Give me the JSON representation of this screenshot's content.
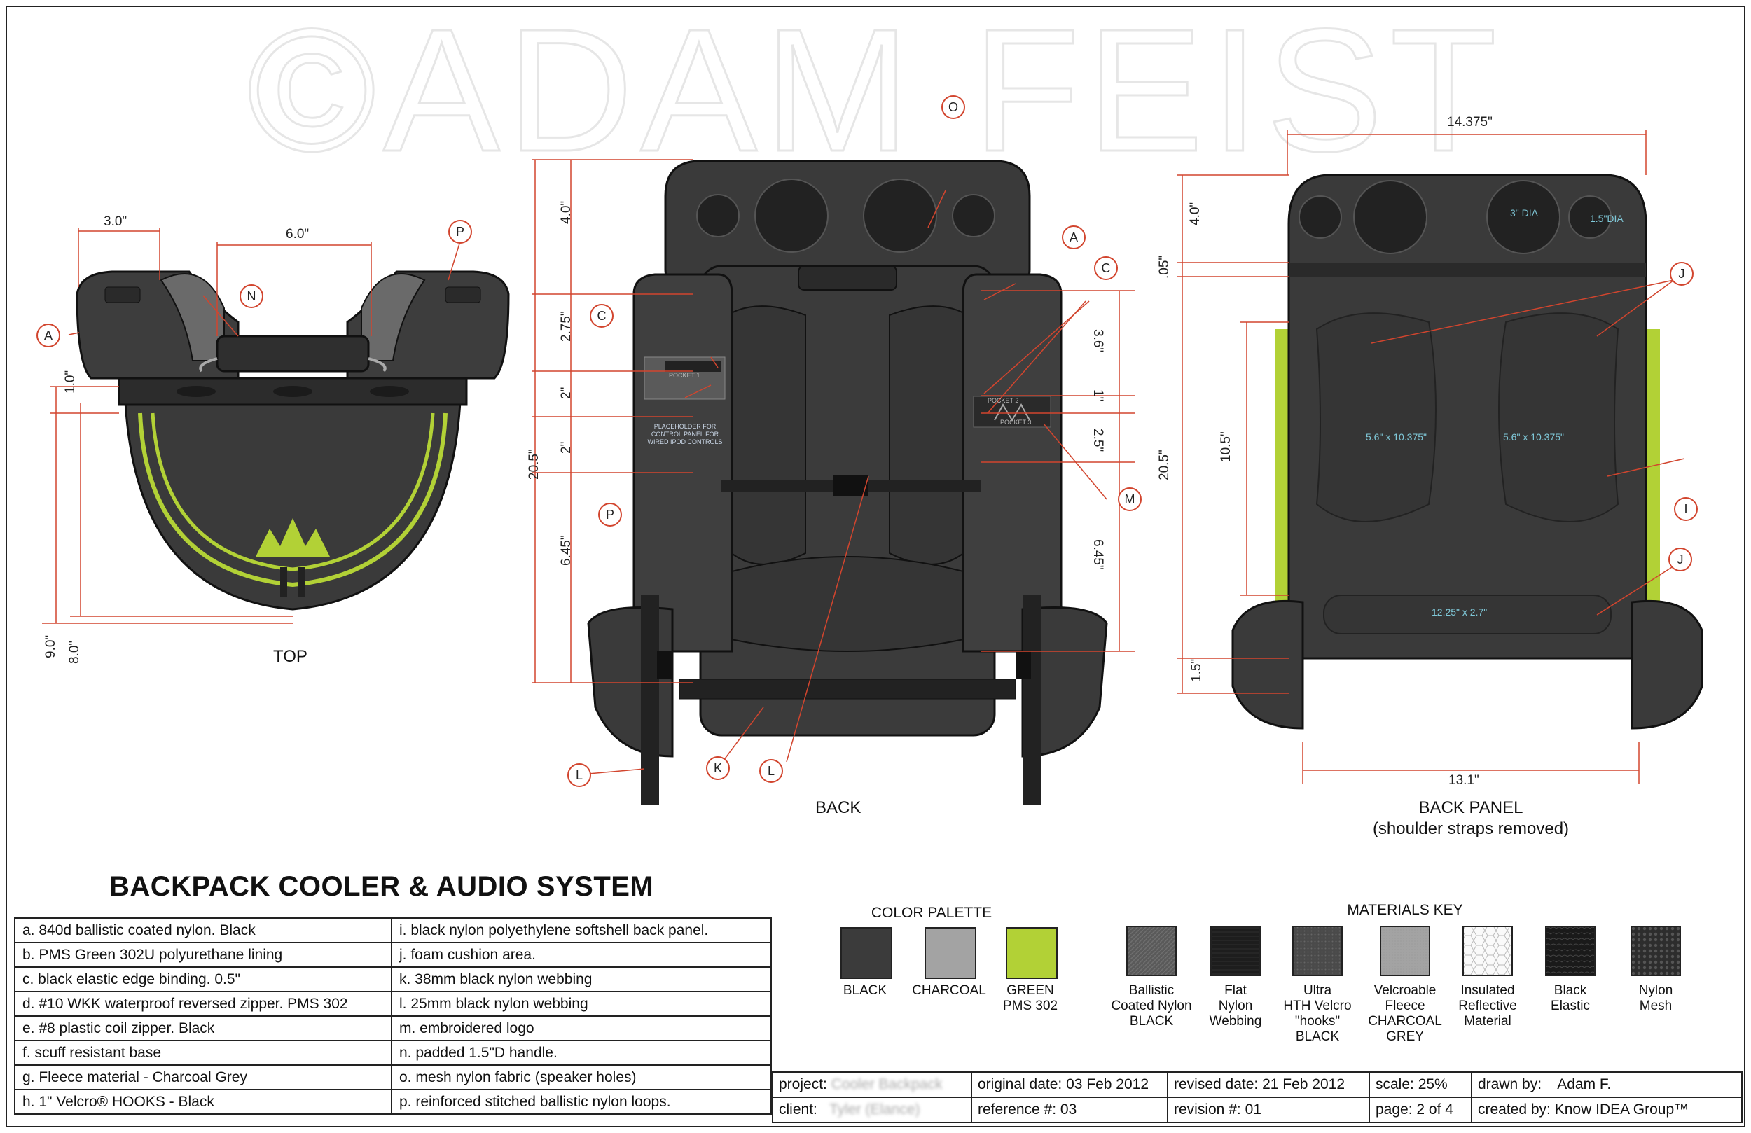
{
  "watermark": "©ADAM FEIST",
  "title": "BACKPACK COOLER & AUDIO SYSTEM",
  "views": {
    "top": {
      "label": "TOP",
      "dims": [
        "3.0\"",
        "6.0\"",
        "1.0\"",
        "9.0\"",
        "8.0\""
      ],
      "callouts": [
        "A",
        "N",
        "P"
      ]
    },
    "back": {
      "label": "BACK",
      "dims": [
        "4.0\"",
        "2.75\"",
        "2\"",
        "2\"",
        "20.5\"",
        "6.45\"",
        "3.6\"",
        "1\"",
        "2.5\"",
        "6.45\""
      ],
      "callouts": [
        "O",
        "A",
        "C",
        "C",
        "P",
        "M",
        "L",
        "K",
        "L"
      ],
      "panel_text": [
        "POCKET 1",
        "PLACEHOLDER FOR CONTROL PANEL FOR WIRED IPOD CONTROLS",
        "POCKET 2",
        "POCKET 3"
      ]
    },
    "back_panel": {
      "label": "BACK PANEL",
      "sublabel": "(shoulder straps removed)",
      "dims": [
        "14.375\"",
        "4.0\"",
        ".05\"",
        "20.5\"",
        "10.5\"",
        "1.5\"",
        "13.1\""
      ],
      "callouts": [
        "J",
        "I",
        "J"
      ],
      "inner_text": [
        "3\" DIA",
        "1.5\"DIA",
        "5.6\" x 10.375\"",
        "5.6\" x 10.375\"",
        "12.25\" x 2.7\""
      ]
    }
  },
  "spec_left": [
    "a.  840d ballistic coated nylon. Black",
    "b.  PMS Green 302U polyurethane lining",
    "c.  black elastic edge binding. 0.5\"",
    "d.  #10 WKK waterproof reversed zipper. PMS 302",
    "e.  #8 plastic coil zipper. Black",
    "f.  scuff resistant base",
    "g.  Fleece material - Charcoal Grey",
    "h.  1\" Velcro® HOOKS - Black"
  ],
  "spec_right": [
    "i.  black nylon polyethylene softshell back panel.",
    "j.  foam cushion area.",
    "k. 38mm black nylon webbing",
    "l.  25mm black nylon webbing",
    "m. embroidered logo",
    "n. padded 1.5\"D handle.",
    "o.  mesh nylon fabric (speaker holes)",
    "p.  reinforced stitched ballistic nylon loops."
  ],
  "color_palette": {
    "heading": "COLOR PALETTE",
    "items": [
      {
        "label": "BLACK",
        "color": "#3b3b3b"
      },
      {
        "label": "CHARCOAL",
        "color": "#a3a3a3"
      },
      {
        "label": "GREEN\nPMS 302",
        "color": "#b2d136"
      }
    ]
  },
  "materials_key": {
    "heading": "MATERIALS KEY",
    "items": [
      {
        "label": "Ballistic\nCoated Nylon\nBLACK",
        "pattern": "ballistic"
      },
      {
        "label": "Flat\nNylon\nWebbing",
        "pattern": "webbing"
      },
      {
        "label": "Ultra\nHTH Velcro\n\"hooks\"\nBLACK",
        "pattern": "velcro"
      },
      {
        "label": "Velcroable\nFleece\nCHARCOAL\nGREY",
        "pattern": "fleece"
      },
      {
        "label": "Insulated\nReflective\nMaterial",
        "pattern": "hex"
      },
      {
        "label": "Black\nElastic",
        "pattern": "elastic"
      },
      {
        "label": "Nylon\nMesh",
        "pattern": "mesh"
      }
    ]
  },
  "title_block": {
    "project_label": "project:",
    "project_value": "Cooler Backpack",
    "client_label": "client:",
    "client_value": "Tyler (Elance)",
    "orig_date_label": "original date:",
    "orig_date_value": "03 Feb 2012",
    "reference_label": "reference #:",
    "reference_value": "03",
    "revised_date_label": "revised date:",
    "revised_date_value": "21 Feb 2012",
    "revision_label": "revision #:",
    "revision_value": "01",
    "scale_label": "scale:",
    "scale_value": "25%",
    "page_label": "page:",
    "page_value": "2 of 4",
    "drawn_by_label": "drawn by:",
    "drawn_by_value": "Adam F.",
    "created_by_label": "created by:",
    "created_by_value": "Know IDEA Group™"
  }
}
